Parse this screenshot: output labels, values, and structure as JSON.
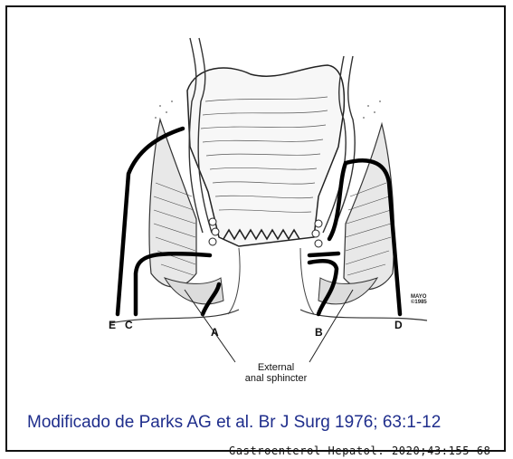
{
  "figure": {
    "labels": {
      "e": "E",
      "c": "C",
      "a": "A",
      "b": "B",
      "d": "D"
    },
    "callout_line1": "External",
    "callout_line2": "anal sphincter",
    "watermark_line1": "MAYO",
    "watermark_line2": "©1985"
  },
  "caption": "Modificado de Parks AG et al. Br J Surg 1976; 63:1-12",
  "source": "Gastroenterol Hepatol. 2020;43:155–68"
}
